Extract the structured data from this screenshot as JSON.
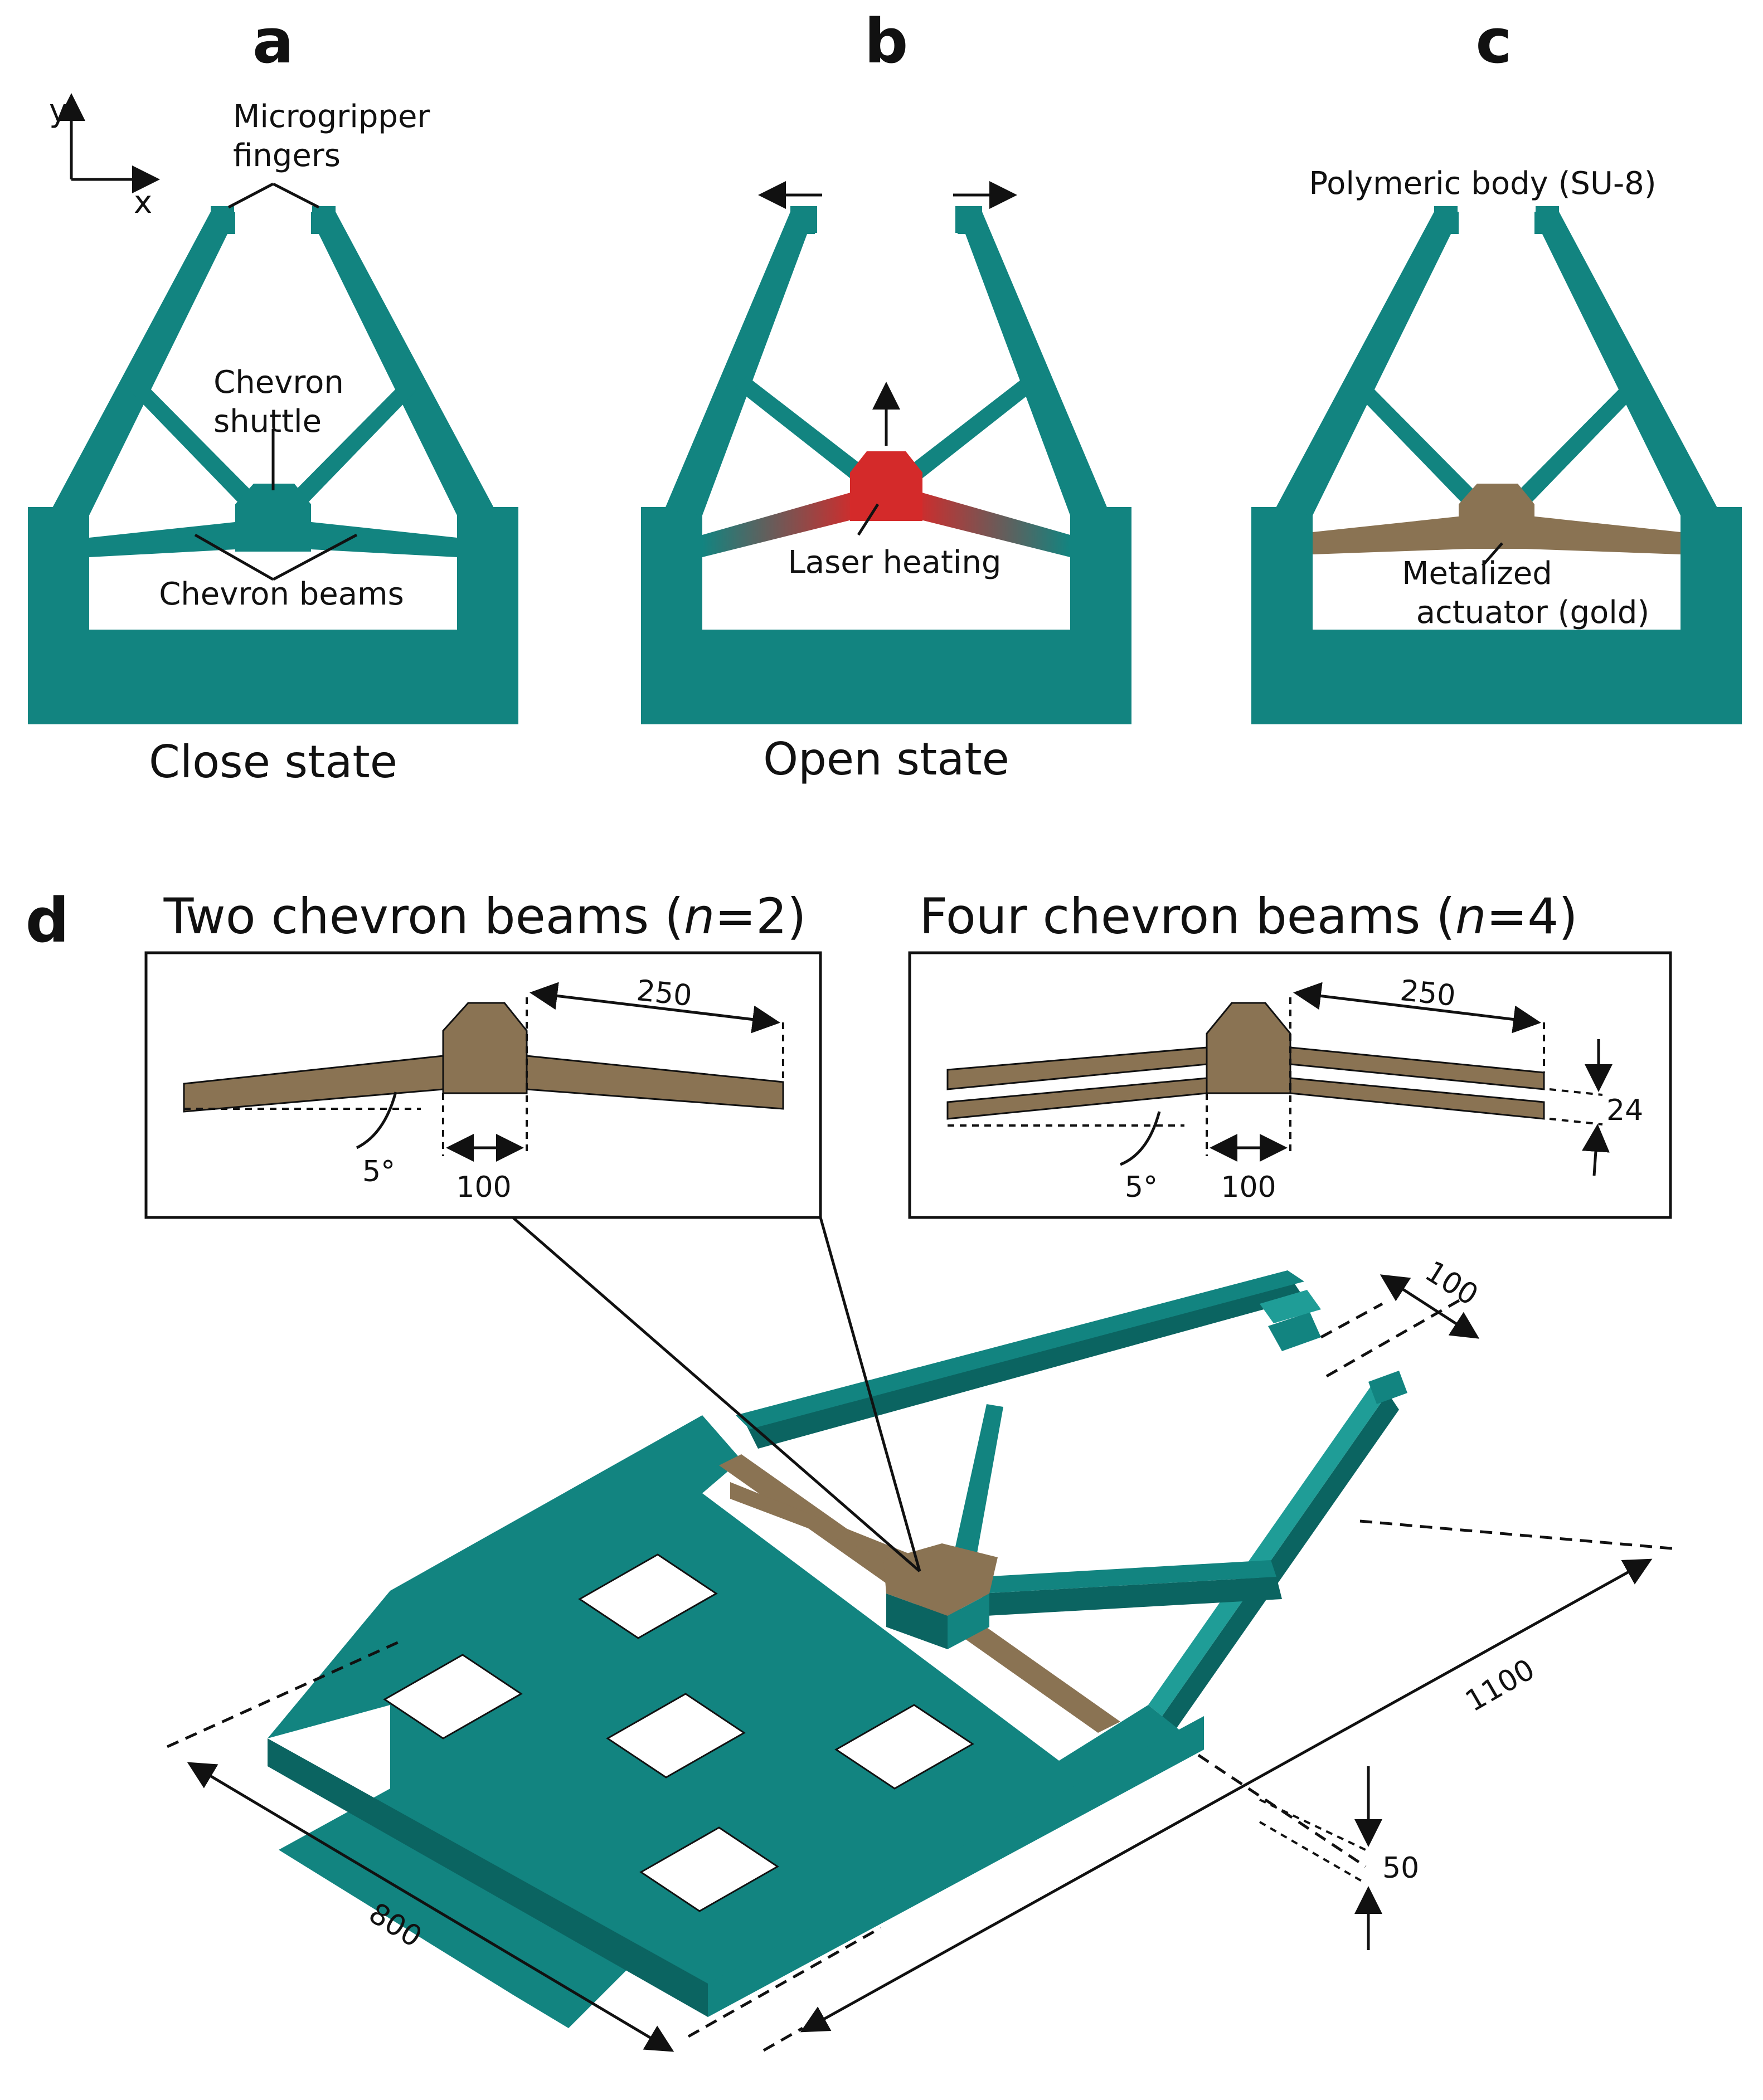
{
  "panels": {
    "a": {
      "letter": "a",
      "caption": "Close state",
      "axis_x": "x",
      "axis_y": "y",
      "fingers_label_line1": "Microgripper",
      "fingers_label_line2": "fingers",
      "shuttle_label_line1": "Chevron",
      "shuttle_label_line2": "shuttle",
      "beams_label": "Chevron beams"
    },
    "b": {
      "letter": "b",
      "caption": "Open state",
      "heating_label": "Laser heating"
    },
    "c": {
      "letter": "c",
      "body_label": "Polymeric body (SU-8)",
      "actuator_label_line1": "Metalized",
      "actuator_label_line2": "actuator (gold)"
    },
    "d": {
      "letter": "d",
      "inset_two": {
        "title_prefix": "Two chevron beams (",
        "title_n": "n",
        "title_suffix": "=2)",
        "dim_length": "250",
        "dim_width": "100",
        "dim_angle": "5°"
      },
      "inset_four": {
        "title_prefix": "Four chevron beams (",
        "title_n": "n",
        "title_suffix": "=4)",
        "dim_length": "250",
        "dim_width": "100",
        "dim_gap": "24",
        "dim_angle": "5°"
      },
      "dims_3d": {
        "finger_width": "100",
        "length": "1100",
        "width": "800",
        "thickness": "50"
      }
    }
  },
  "colors": {
    "polymer_body": "#128480",
    "polymer_body_dark": "#0b6461",
    "gold_actuator": "#8a7353",
    "laser_heat": "#d42a2a"
  }
}
